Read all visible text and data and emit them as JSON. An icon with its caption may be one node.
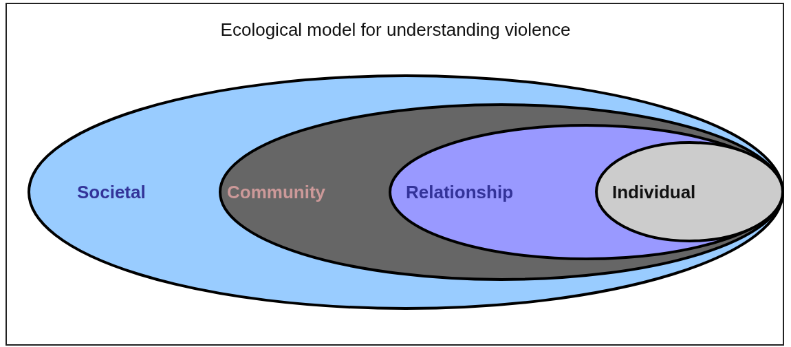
{
  "diagram": {
    "title": "Ecological model for understanding violence",
    "nodes": [
      {
        "text": [
          "Societal"
        ]
      },
      {
        "text": [
          "Community"
        ],
        "in": 0
      },
      {
        "text": [
          "Relationship"
        ],
        "in": 1
      },
      {
        "text": [
          "Individual"
        ],
        "in": 2
      }
    ],
    "edges": []
  }
}
